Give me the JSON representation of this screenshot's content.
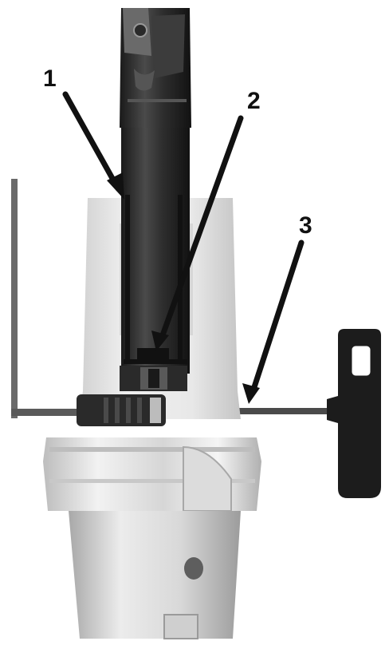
{
  "callouts": [
    {
      "id": "1",
      "label": "1"
    },
    {
      "id": "2",
      "label": "2"
    },
    {
      "id": "3",
      "label": "3"
    }
  ],
  "colors": {
    "background": "#ffffff",
    "metal_light": "#e6e6e6",
    "metal_mid": "#cfcfcf",
    "metal_dark": "#9a9a9a",
    "tool_dark": "#2a2a2a",
    "handle_black": "#1c1c1c",
    "arrow": "#111111"
  },
  "icons": {
    "end_mill": "end-mill-icon",
    "holder": "shrink-fit-holder-icon",
    "hex_key": "hex-key-icon",
    "t_handle": "t-handle-key-icon"
  }
}
